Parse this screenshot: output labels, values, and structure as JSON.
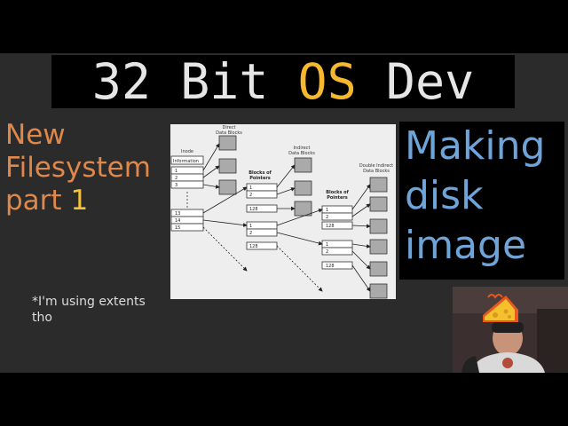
{
  "title": {
    "prefix": "32 Bit ",
    "highlight": "OS",
    "suffix": " Dev"
  },
  "left_title": {
    "line1": "New",
    "line2": "Filesystem",
    "line3_word": "part ",
    "line3_num": "1"
  },
  "note": {
    "line1": "*I'm using extents",
    "line2": "tho"
  },
  "right_title": {
    "line1": "Making",
    "line2": "disk",
    "line3": "image"
  },
  "diagram": {
    "col_inode": "Inode",
    "col_direct": "Direct\nData Blocks",
    "col_indirect": "Indirect\nData Blocks",
    "col_double": "Double Indirect\nData Blocks",
    "blocks_of_pointers": "Blocks of\nPointers",
    "inode_rows": [
      "Information",
      "1",
      "2",
      "3",
      "13",
      "14",
      "15"
    ],
    "pointer_rows": [
      "1",
      "2",
      "128"
    ]
  },
  "colors": {
    "title_accent": "#f5b82e",
    "left_title": "#e0874a",
    "right_title": "#6fa4d9"
  }
}
